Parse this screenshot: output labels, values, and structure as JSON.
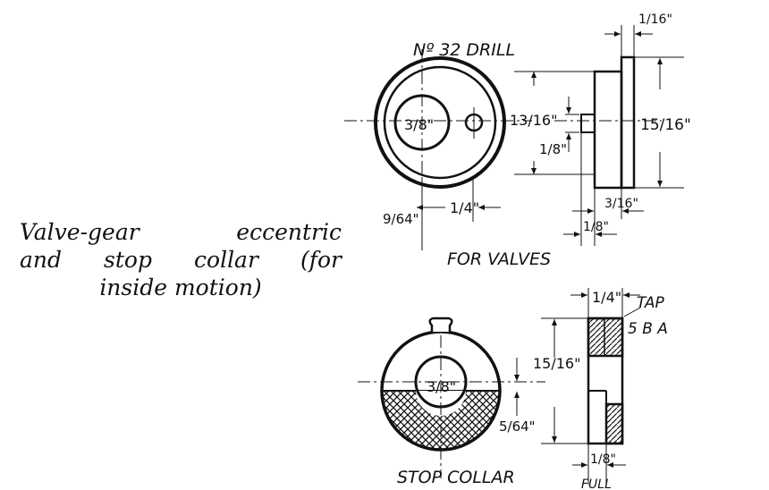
{
  "caption": {
    "line1_a": "Valve-gear",
    "line1_b": "eccentric",
    "line2_a": "and",
    "line2_b": "stop",
    "line2_c": "collar",
    "line2_d": "(for",
    "line3": "inside motion)"
  },
  "eccentric": {
    "drill_note": "Nº 32 DRILL",
    "bore": "3/8\"",
    "offset": "1/4\"",
    "small_offset": "9/64\"",
    "inner_dia": "13/16\"",
    "outer_dia": "15/16\"",
    "flange": "1/16\"",
    "boss_step": "1/8\"",
    "width_a": "3/16\"",
    "width_b": "1/8\"",
    "title": "FOR VALVES"
  },
  "collar": {
    "bore": "3/8\"",
    "outer_dia": "15/16\"",
    "offset": "5/64\"",
    "width": "1/4\"",
    "tap_note": "TAP",
    "tap_size": "5 B A",
    "width_b": "1/8\"",
    "bottom_cut": "FULL",
    "title": "STOP COLLAR"
  }
}
